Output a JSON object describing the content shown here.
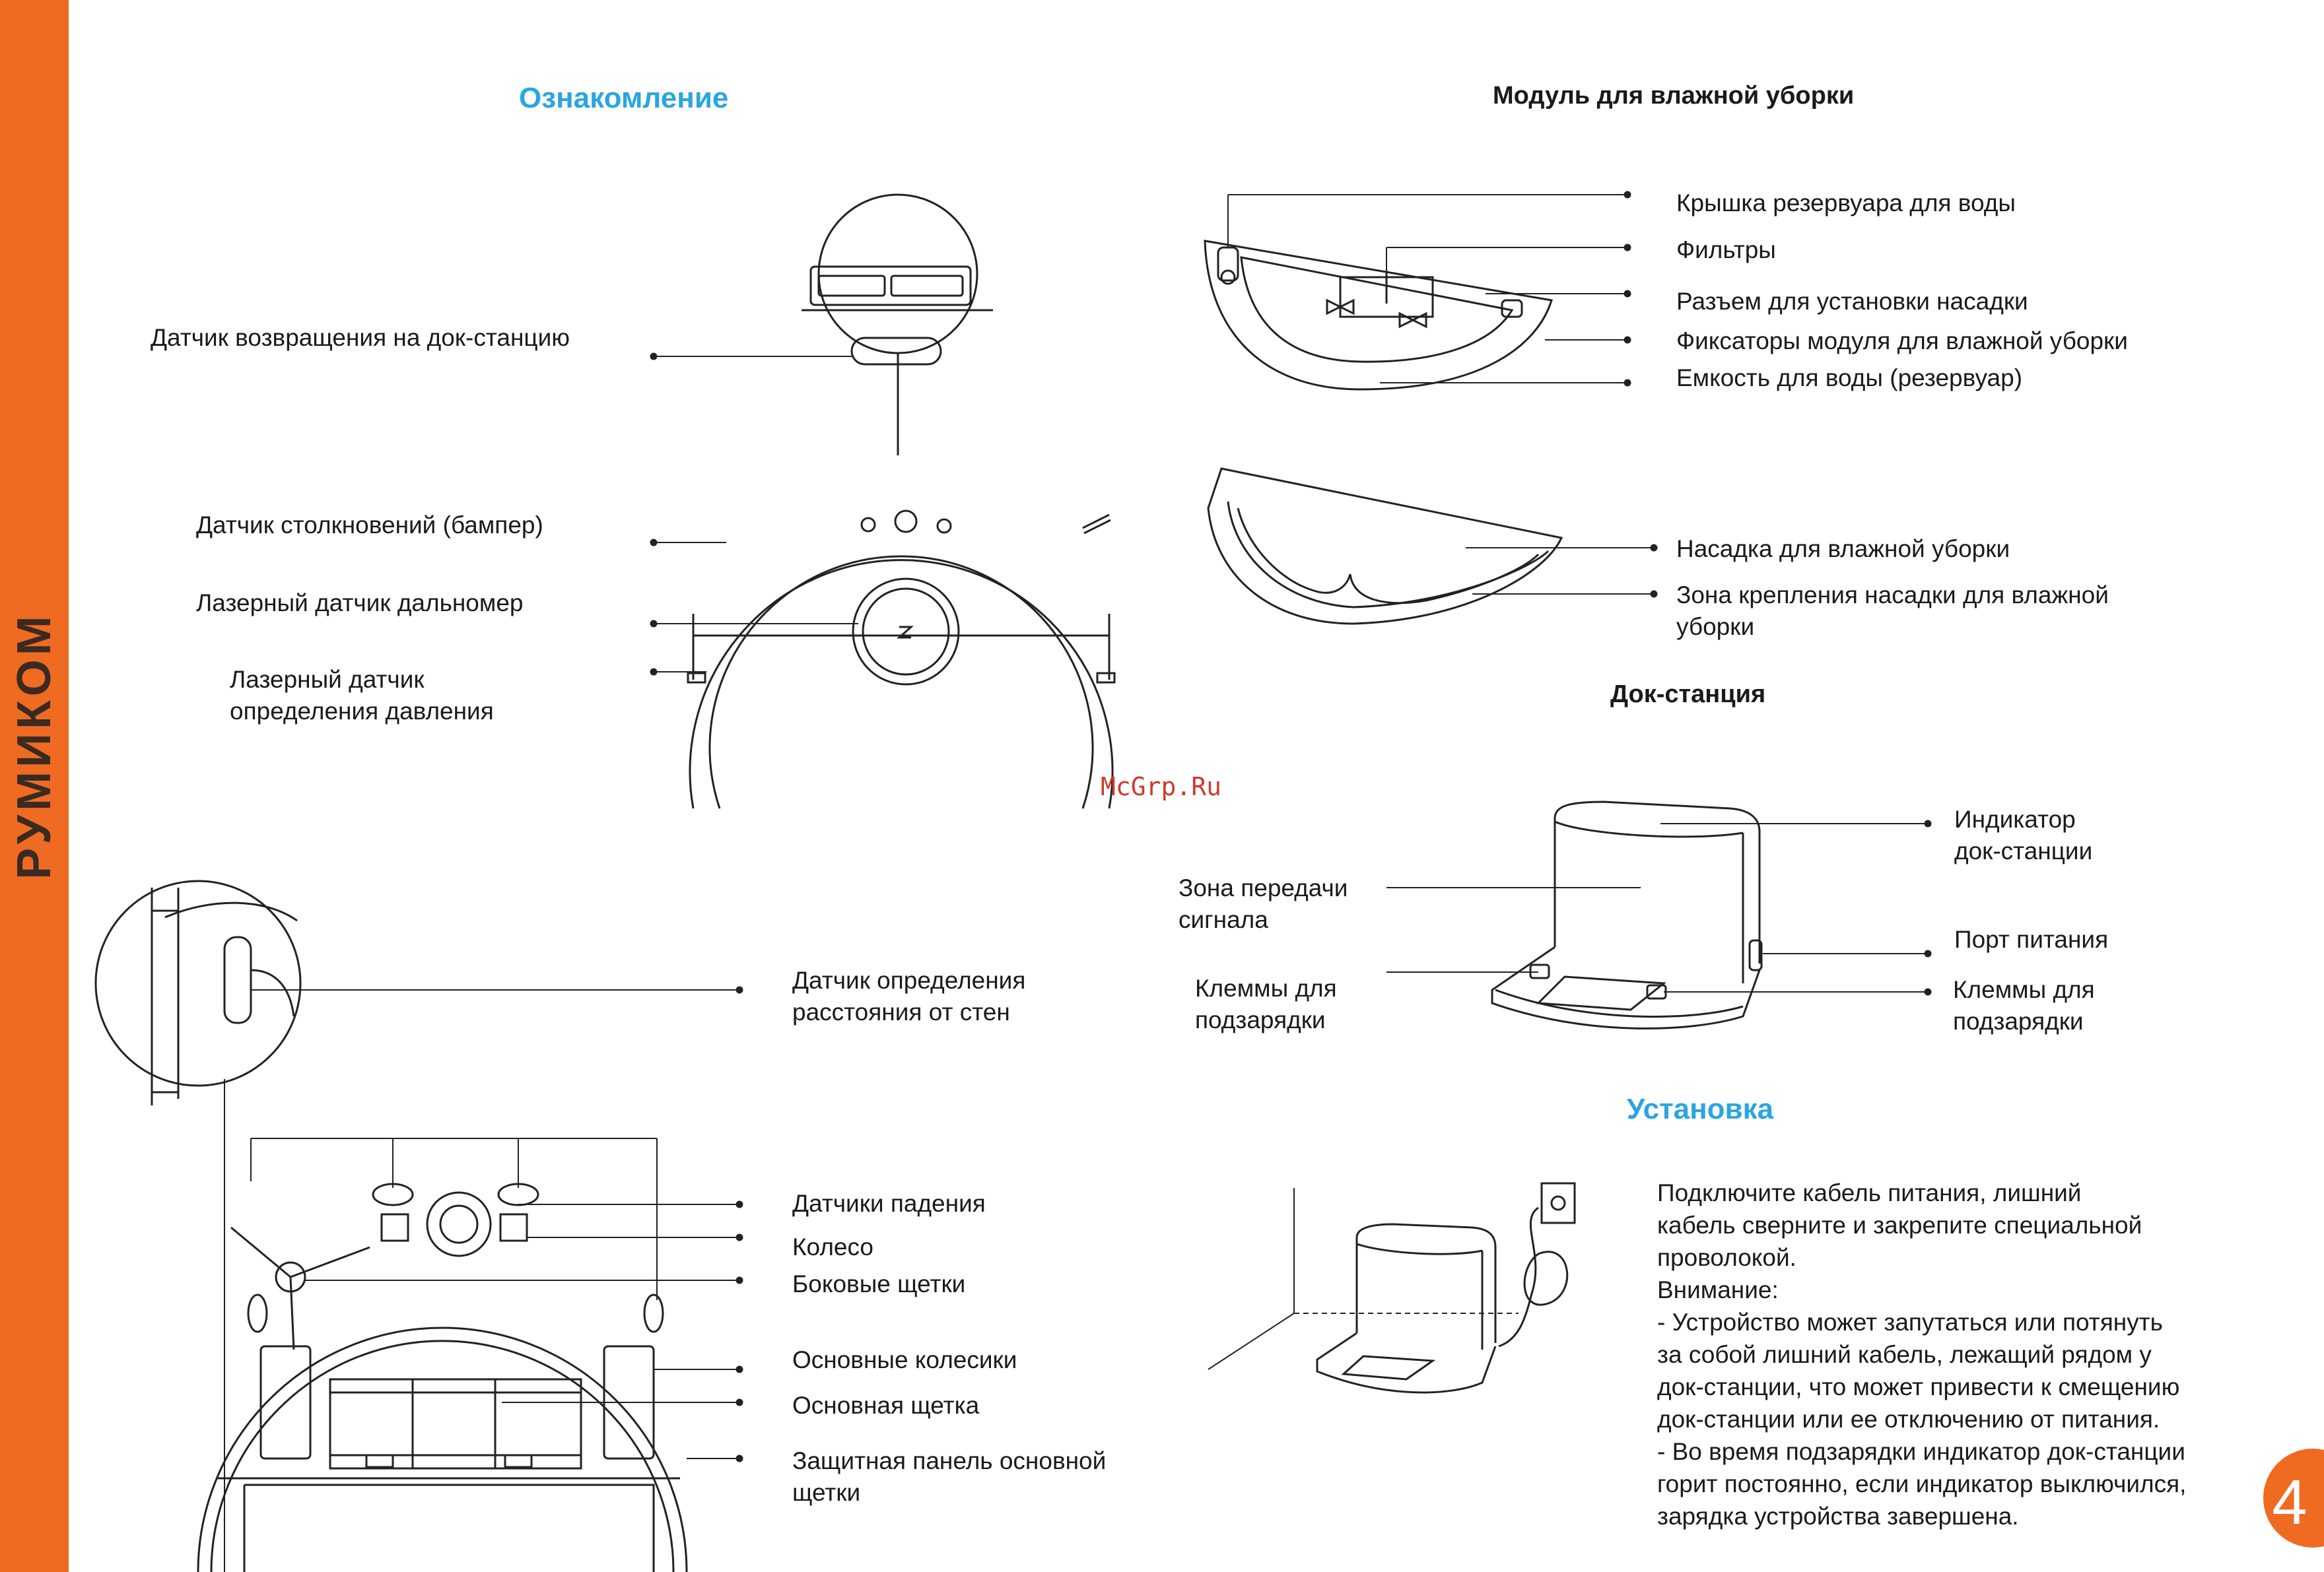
{
  "brand": {
    "name": "РУМИКОМ",
    "accent_color": "#ef6b22"
  },
  "watermark": "McGrp.Ru",
  "page_number": "4",
  "overview": {
    "title": "Ознакомление",
    "labels": {
      "dock_return_sensor": "Датчик возвращения на док-станцию",
      "bumper": "Датчик столкновений (бампер)",
      "laser_rangefinder": "Лазерный датчик дальномер",
      "pressure_sensor": [
        "Лазерный датчик",
        "определения давления"
      ],
      "wall_sensor": [
        "Датчик определения",
        "расстояния от стен"
      ],
      "cliff_sensors": "Датчики падения",
      "wheel": "Колесо",
      "side_brushes": "Боковые щетки",
      "main_wheels": "Основные колесики",
      "main_brush": "Основная щетка",
      "brush_cover": [
        "Защитная панель основной",
        "щетки"
      ]
    }
  },
  "mop_module": {
    "title": "Модуль для влажной уборки",
    "labels": {
      "tank_lid": "Крышка резервуара для воды",
      "filters": "Фильтры",
      "mount_slot": "Разъем для установки насадки",
      "latches": "Фиксаторы модуля для влажной уборки",
      "tank": "Емкость для воды (резервуар)",
      "mop_pad": "Насадка для влажной уборки",
      "pad_mount": [
        "Зона крепления насадки для влажной",
        "уборки"
      ]
    }
  },
  "dock": {
    "title": "Док-станция",
    "labels": {
      "indicator": [
        "Индикатор",
        "док-станции"
      ],
      "signal_zone": [
        "Зона передачи",
        "сигнала"
      ],
      "power_port": "Порт питания",
      "contacts_left": [
        "Клеммы для",
        "подзарядки"
      ],
      "contacts_right": [
        "Клеммы для",
        "подзарядки"
      ]
    }
  },
  "install": {
    "title": "Установка",
    "text": [
      "Подключите кабель питания, лишний",
      "кабель сверните и закрепите специальной",
      "проволокой.",
      "Внимание:",
      "- Устройство может запутаться или потянуть",
      "за собой лишний кабель, лежащий рядом у",
      "док-станции, что может привести к смещению",
      "док-станции или ее отключению от питания.",
      "- Во время подзарядки индикатор док-станции",
      "горит постоянно, если индикатор выключился,",
      "зарядка устройства завершена."
    ]
  }
}
